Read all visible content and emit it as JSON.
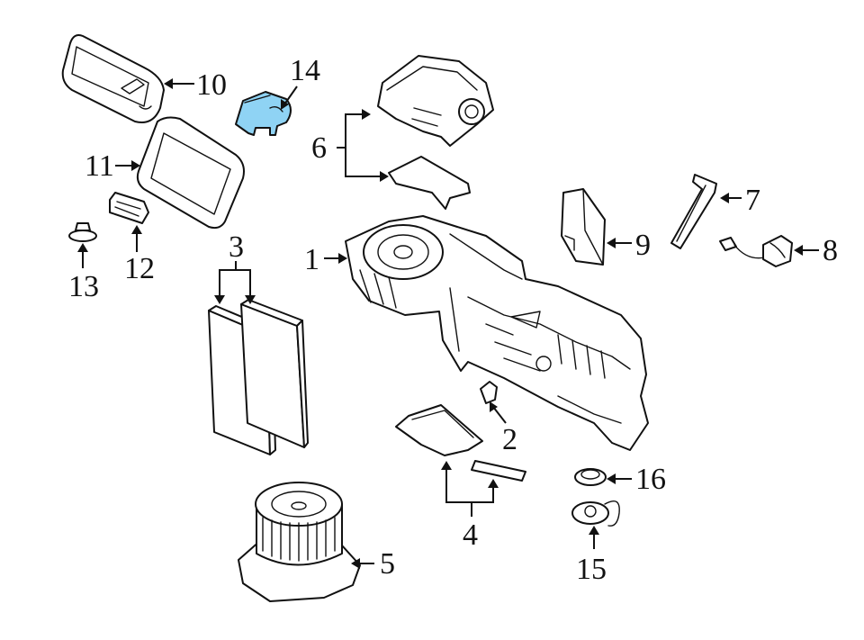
{
  "highlight_color": "#8fd3f4",
  "ink_color": "#111111",
  "parts": [
    {
      "number": "1"
    },
    {
      "number": "2"
    },
    {
      "number": "3"
    },
    {
      "number": "4"
    },
    {
      "number": "5"
    },
    {
      "number": "6"
    },
    {
      "number": "7"
    },
    {
      "number": "8"
    },
    {
      "number": "9"
    },
    {
      "number": "10"
    },
    {
      "number": "11"
    },
    {
      "number": "12"
    },
    {
      "number": "13"
    },
    {
      "number": "14",
      "highlighted": true
    },
    {
      "number": "15"
    },
    {
      "number": "16"
    }
  ]
}
